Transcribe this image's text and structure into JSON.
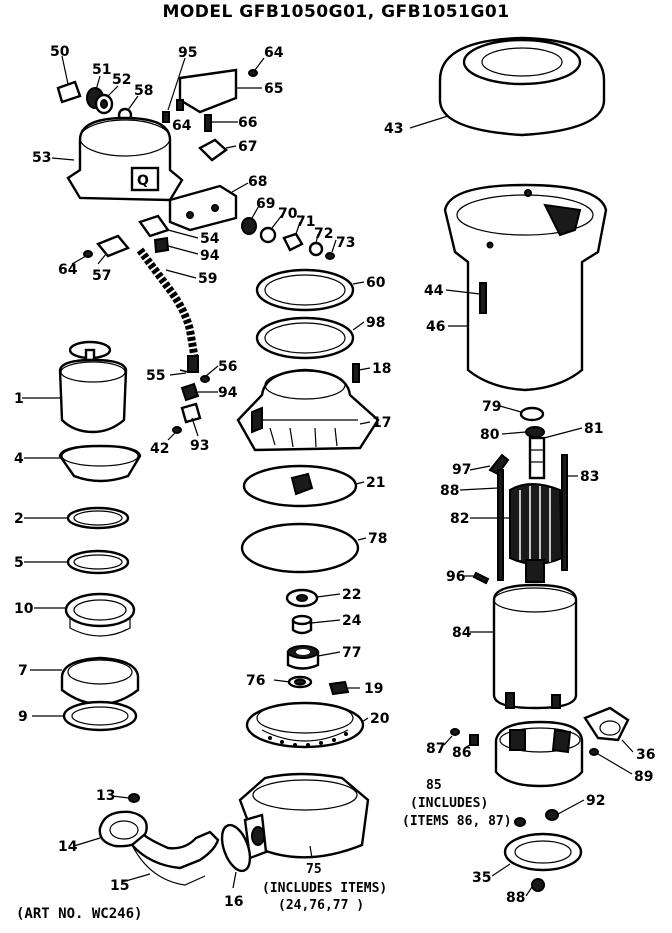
{
  "header": {
    "title": "MODEL GFB1050G01, GFB1051G01"
  },
  "art_note": "(ART NO. WC246)",
  "captions": {
    "p75": [
      "75",
      "(INCLUDES ITEMS)",
      "(24,76,77 )"
    ],
    "p85": [
      "85",
      "(INCLUDES)",
      "(ITEMS 86, 87)"
    ]
  },
  "callouts": [
    "1",
    "2",
    "4",
    "5",
    "7",
    "9",
    "10",
    "13",
    "14",
    "15",
    "16",
    "17",
    "18",
    "19",
    "20",
    "21",
    "22",
    "24",
    "35",
    "36",
    "42",
    "43",
    "44",
    "46",
    "50",
    "51",
    "52",
    "53",
    "54",
    "55",
    "56",
    "57",
    "58",
    "59",
    "60",
    "64",
    "65",
    "66",
    "67",
    "68",
    "69",
    "70",
    "71",
    "72",
    "73",
    "76",
    "77",
    "78",
    "79",
    "80",
    "81",
    "82",
    "83",
    "84",
    "86",
    "87",
    "88",
    "89",
    "92",
    "93",
    "94",
    "95",
    "96",
    "97",
    "98"
  ]
}
